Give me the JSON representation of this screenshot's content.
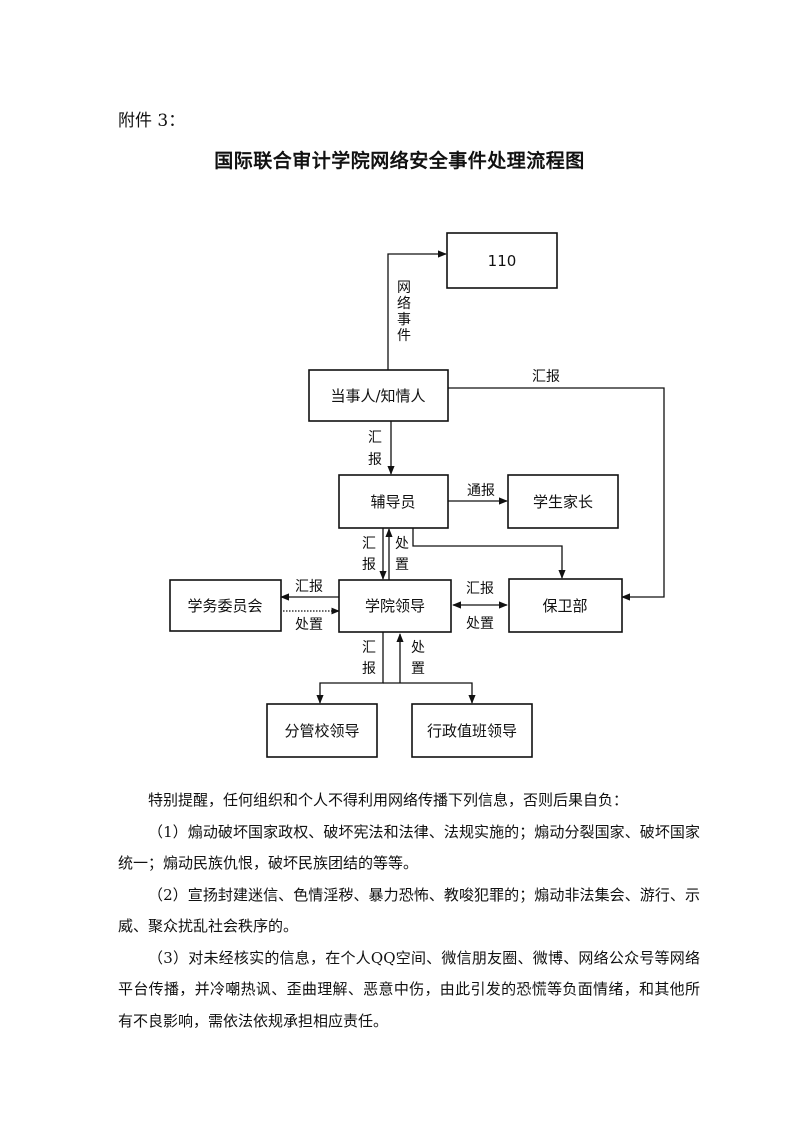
{
  "attachment_label": "附件 3：",
  "doc_title": "国际联合审计学院网络安全事件处理流程图",
  "flow": {
    "nodes": {
      "police": "110",
      "party": "当事人/知情人",
      "counselor": "辅导员",
      "parents": "学生家长",
      "committee": "学务委员会",
      "college": "学院领导",
      "security": "保卫部",
      "school_leader": "分管校领导",
      "duty_leader": "行政值班领导"
    },
    "labels": {
      "net_event": [
        "网",
        "络",
        "事",
        "件"
      ],
      "report": "汇报",
      "report_v": [
        "汇",
        "报"
      ],
      "handle": "处置",
      "handle_v": [
        "处",
        "置"
      ],
      "notify": "通报"
    }
  },
  "notes": [
    "特别提醒，任何组织和个人不得利用网络传播下列信息，否则后果自负：",
    "（1）煽动破坏国家政权、破坏宪法和法律、法规实施的；煽动分裂国家、破坏国家统一；煽动民族仇恨，破坏民族团结的等等。",
    "（2）宣扬封建迷信、色情淫秽、暴力恐怖、教唆犯罪的；煽动非法集会、游行、示威、聚众扰乱社会秩序的。",
    "（3）对未经核实的信息，在个人QQ空间、微信朋友圈、微博、网络公众号等网络平台传播，并冷嘲热讽、歪曲理解、恶意中伤，由此引发的恐慌等负面情绪，和其他所有不良影响，需依法依规承担相应责任。"
  ]
}
